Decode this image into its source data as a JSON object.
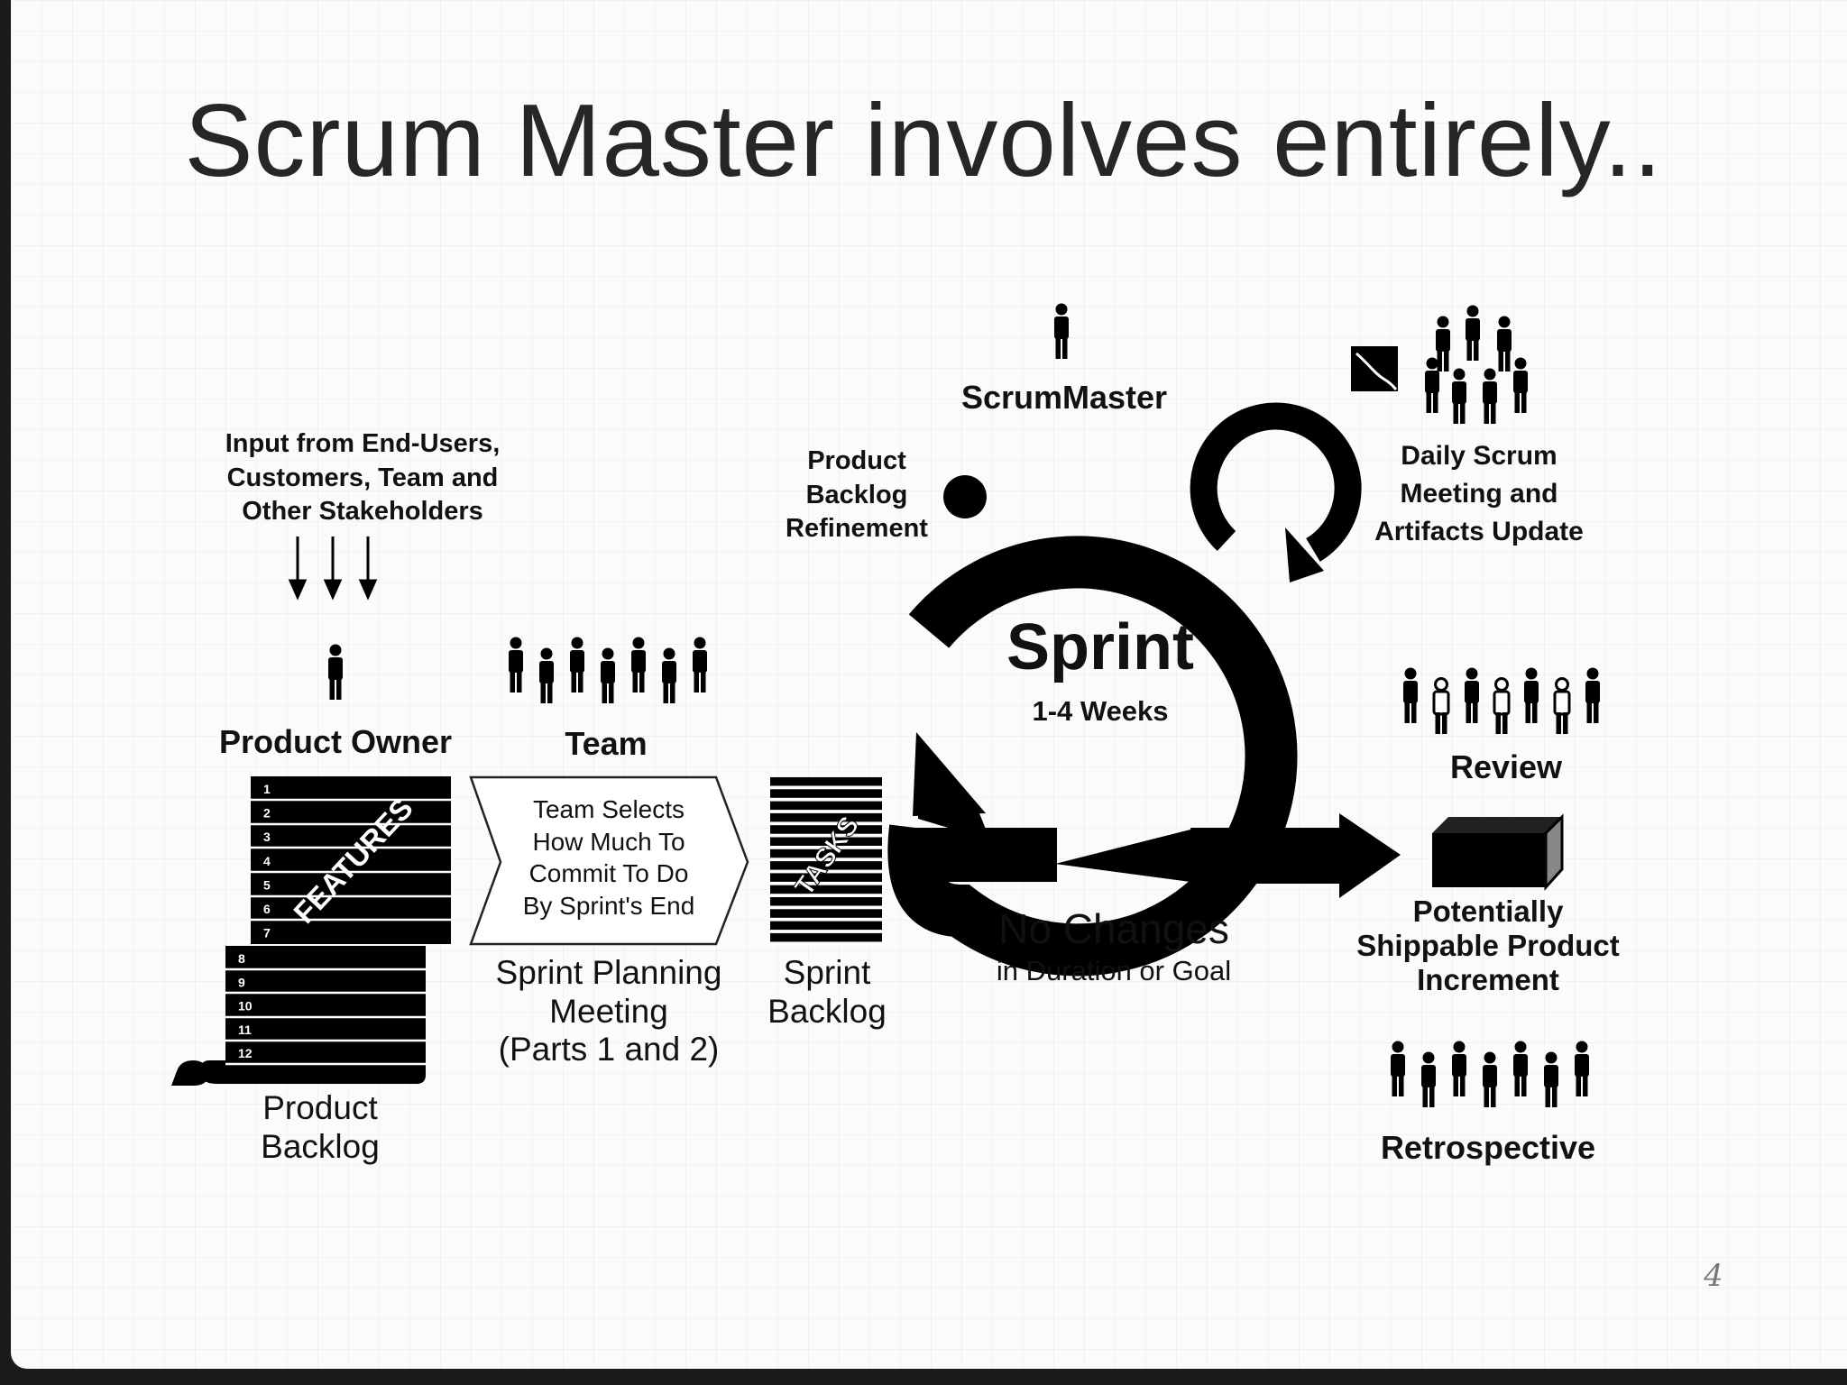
{
  "slide": {
    "title": "Scrum Master involves entirely..",
    "page_number": "4"
  },
  "diagram": {
    "input": [
      "Input from End-Users,",
      "Customers, Team and",
      "Other Stakeholders"
    ],
    "product_owner": "Product Owner",
    "team": "Team",
    "features_label": "FEATURES",
    "backlog_numbers_top": [
      "1",
      "2",
      "3",
      "4",
      "5",
      "6",
      "7"
    ],
    "backlog_numbers_bottom": [
      "8",
      "9",
      "10",
      "11",
      "12"
    ],
    "product_backlog": [
      "Product",
      "Backlog"
    ],
    "planning_box": [
      "Team Selects",
      "How Much To",
      "Commit To Do",
      "By Sprint's End"
    ],
    "sprint_planning": [
      "Sprint Planning",
      "Meeting",
      "(Parts 1 and 2)"
    ],
    "tasks_label": "TASKS",
    "sprint_backlog": [
      "Sprint",
      "Backlog"
    ],
    "refinement": [
      "Product",
      "Backlog",
      "Refinement"
    ],
    "scrum_master": "ScrumMaster",
    "sprint_title": "Sprint",
    "sprint_duration": "1-4 Weeks",
    "no_changes": "No Changes",
    "no_changes_sub": "in Duration or Goal",
    "daily_scrum": [
      "Daily Scrum",
      "Meeting and",
      "Artifacts Update"
    ],
    "review": "Review",
    "increment": [
      "Potentially",
      "Shippable Product",
      "Increment"
    ],
    "retrospective": "Retrospective"
  }
}
